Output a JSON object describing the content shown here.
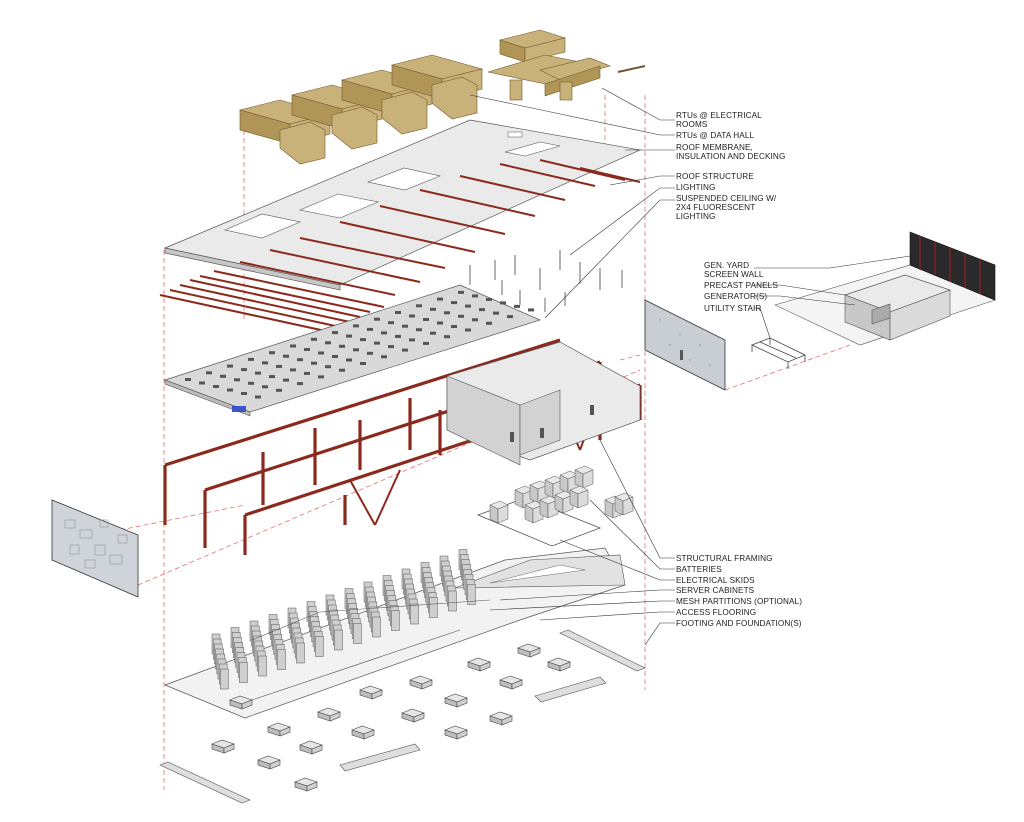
{
  "labels": {
    "rtus_electrical": [
      "RTUs @ ELECTRICAL",
      "ROOMS"
    ],
    "rtus_data_hall": [
      "RTUs @ DATA HALL"
    ],
    "roof_membrane": [
      "ROOF MEMBRANE,",
      "INSULATION AND DECKING"
    ],
    "roof_structure": [
      "ROOF STRUCTURE"
    ],
    "lighting": [
      "LIGHTING"
    ],
    "suspended_ceiling": [
      "SUSPENDED CEILING W/",
      "2X4 FLUORESCENT",
      "LIGHTING"
    ],
    "gen_yard": [
      "GEN. YARD",
      "SCREEN WALL"
    ],
    "precast_panels": [
      "PRECAST PANELS"
    ],
    "generators": [
      "GENERATOR(S)"
    ],
    "utility_stair": [
      "UTILITY STAIR"
    ],
    "structural_framing": [
      "STRUCTURAL FRAMING"
    ],
    "batteries": [
      "BATTERIES"
    ],
    "electrical_skids": [
      "ELECTRICAL SKIDS"
    ],
    "server_cabinets": [
      "SERVER CABINETS"
    ],
    "mesh_partitions": [
      "MESH PARTITIONS (OPTIONAL)"
    ],
    "access_flooring": [
      "ACCESS FLOORING"
    ],
    "footing_foundation": [
      "FOOTING AND FOUNDATION(S)"
    ]
  },
  "colors": {
    "rtu": "#c9b27a",
    "steel": "#8b2a1c",
    "dashed_guide": "#e06060",
    "panel": "#eaeaea"
  }
}
